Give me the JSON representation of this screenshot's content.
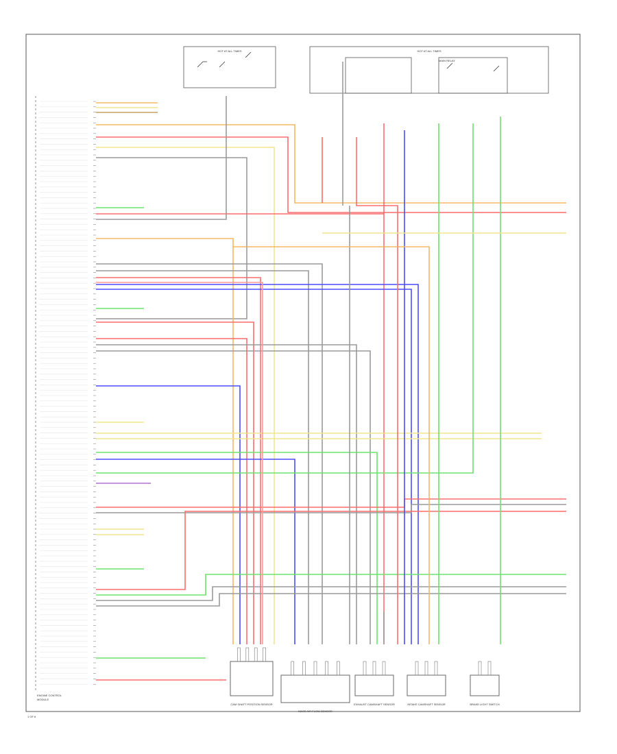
{
  "fuse_block_left": {
    "title": "HOT AT ALL TIMES"
  },
  "fuse_block_right": {
    "title": "HOT AT ALL TIMES"
  },
  "main_relay_label": "MAIN RELAY",
  "ecm_label": [
    "ENGINE CONTROL",
    "MODULE"
  ],
  "footer_code": "1 OF 6",
  "connectors": [
    {
      "label": "CAM SHAFT POSITION SENSOR",
      "pins": 4
    },
    {
      "label": "MASS AIR FLOW SENSOR",
      "pins": 5
    },
    {
      "label": "EXHAUST CAMSHAFT SENSOR",
      "pins": 3
    },
    {
      "label": "INTAKE CAMSHAFT SENSOR",
      "pins": 3
    },
    {
      "label": "BRAKE LIGHT SWITCH",
      "pins": 2
    }
  ]
}
